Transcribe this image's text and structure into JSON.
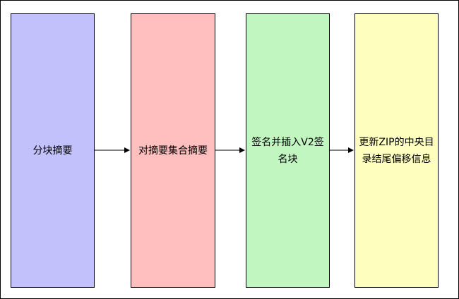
{
  "diagram": {
    "steps": [
      {
        "label": "分块摘要",
        "color": "#c3c1fb"
      },
      {
        "label": "对摘要集合摘要",
        "color": "#ffbfbf"
      },
      {
        "label": "签名并插入V2签名块",
        "color": "#c1f6c1"
      },
      {
        "label": "更新ZIP的中央目录结尾偏移信息",
        "color": "#fefebf"
      }
    ],
    "connectors": [
      {
        "from": 0,
        "to": 1
      },
      {
        "from": 1,
        "to": 2
      },
      {
        "from": 2,
        "to": 3
      }
    ]
  }
}
